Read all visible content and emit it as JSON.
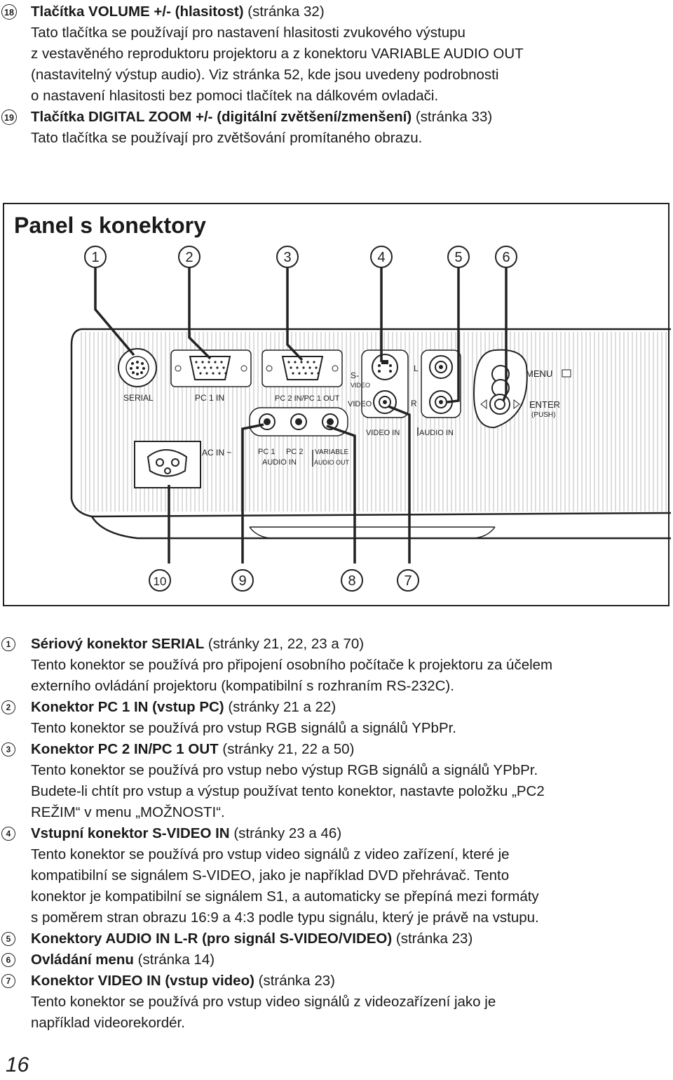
{
  "top_items": [
    {
      "number": "18",
      "title": "Tlačítka VOLUME +/- (hlasitost)",
      "ref": "(stránka 32)",
      "desc_lines": [
        "Tato tlačítka se používají pro nastavení hlasitosti zvukového výstupu",
        "z vestavěného reproduktoru projektoru a z konektoru VARIABLE AUDIO OUT",
        "(nastavitelný výstup audio). Viz stránka 52, kde jsou uvedeny podrobnosti",
        "o nastavení hlasitosti bez pomoci tlačítek na dálkovém ovladači."
      ]
    },
    {
      "number": "19",
      "title": "Tlačítka DIGITAL ZOOM +/- (digitální zvětšení/zmenšení)",
      "ref": "(stránka 33)",
      "desc_lines": [
        "Tato tlačítka se používají pro zvětšování promítaného obrazu."
      ]
    }
  ],
  "panel": {
    "title": "Panel s konektory",
    "top_callouts": [
      "1",
      "2",
      "3",
      "4",
      "5",
      "6"
    ],
    "bottom_callouts": [
      "10",
      "9",
      "8",
      "7"
    ],
    "labels": {
      "serial": "SERIAL",
      "pc1in": "PC 1 IN",
      "pc2in": "PC 2 IN/PC 1 OUT",
      "svideo_a": "S-",
      "svideo_b": "VIDEO",
      "video": "VIDEO",
      "left": "L",
      "right": "R",
      "menu": "MENU",
      "enter": "ENTER",
      "push": "(PUSH)",
      "video_in": "VIDEO IN",
      "audio_in": "AUDIO IN",
      "ac_in": "AC IN ~",
      "pc1": "PC 1",
      "pc2": "PC 2",
      "audio_in_bottom": "AUDIO IN",
      "variable": "VARIABLE",
      "audio_out": "AUDIO OUT"
    }
  },
  "bottom_items": [
    {
      "number": "1",
      "title": "Sériový konektor SERIAL",
      "ref": "(stránky 21, 22, 23 a 70)",
      "desc_lines": [
        "Tento konektor se používá pro připojení osobního počítače k projektoru za účelem",
        "externího ovládání projektoru (kompatibilní s rozhraním RS-232C)."
      ]
    },
    {
      "number": "2",
      "title": "Konektor PC 1 IN (vstup PC)",
      "ref": "(stránky 21 a 22)",
      "desc_lines": [
        "Tento konektor se používá pro vstup RGB signálů a signálů YPbPr."
      ]
    },
    {
      "number": "3",
      "title": "Konektor PC 2 IN/PC 1 OUT",
      "ref": "(stránky 21, 22 a 50)",
      "desc_lines": [
        "Tento konektor se používá pro vstup nebo výstup RGB signálů a signálů YPbPr.",
        "Budete-li chtít pro vstup a výstup používat tento konektor, nastavte položku „PC2",
        "REŽIM“ v menu „MOŽNOSTI“."
      ]
    },
    {
      "number": "4",
      "title": "Vstupní konektor S-VIDEO IN",
      "ref": "(stránky 23 a 46)",
      "desc_lines": [
        "Tento konektor se používá pro vstup video signálů z video zařízení, které je",
        "kompatibilní se signálem S-VIDEO,  jako je například DVD přehrávač. Tento",
        "konektor je kompatibilní se signálem S1, a automaticky se přepíná mezi formáty",
        "s poměrem stran obrazu 16:9 a 4:3 podle typu signálu, který je právě na vstupu."
      ]
    },
    {
      "number": "5",
      "title": "Konektory AUDIO IN L-R (pro signál S-VIDEO/VIDEO)",
      "ref": "(stránka 23)",
      "desc_lines": []
    },
    {
      "number": "6",
      "title": "Ovládání menu",
      "ref": "(stránka 14)",
      "desc_lines": []
    },
    {
      "number": "7",
      "title": "Konektor VIDEO IN (vstup video)",
      "ref": "(stránka 23)",
      "desc_lines": [
        "Tento konektor se používá pro vstup video signálů z videozařízení jako je",
        "například videorekordér."
      ]
    }
  ],
  "page_number": "16"
}
